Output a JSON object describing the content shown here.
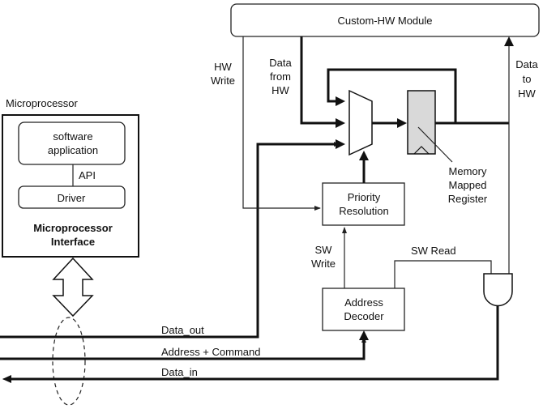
{
  "blocks": {
    "custom_hw_module": "Custom-HW Module",
    "microprocessor_label": "Microprocessor",
    "software_application": [
      "software",
      "application"
    ],
    "api": "API",
    "driver": "Driver",
    "microprocessor_interface": [
      "Microprocessor",
      "Interface"
    ],
    "priority_resolution": [
      "Priority",
      "Resolution"
    ],
    "address_decoder": [
      "Address",
      "Decoder"
    ],
    "memory_mapped_register": [
      "Memory",
      "Mapped",
      "Register"
    ]
  },
  "signals": {
    "hw_write": [
      "HW",
      "Write"
    ],
    "data_from_hw": [
      "Data",
      "from",
      "HW"
    ],
    "data_to_hw": [
      "Data",
      "to",
      "HW"
    ],
    "sw_write": [
      "SW",
      "Write"
    ],
    "sw_read": "SW Read",
    "data_out": "Data_out",
    "address_command": "Address + Command",
    "data_in": "Data_in"
  },
  "colors": {
    "line": "#111111",
    "register_fill": "#d9d9d9"
  }
}
